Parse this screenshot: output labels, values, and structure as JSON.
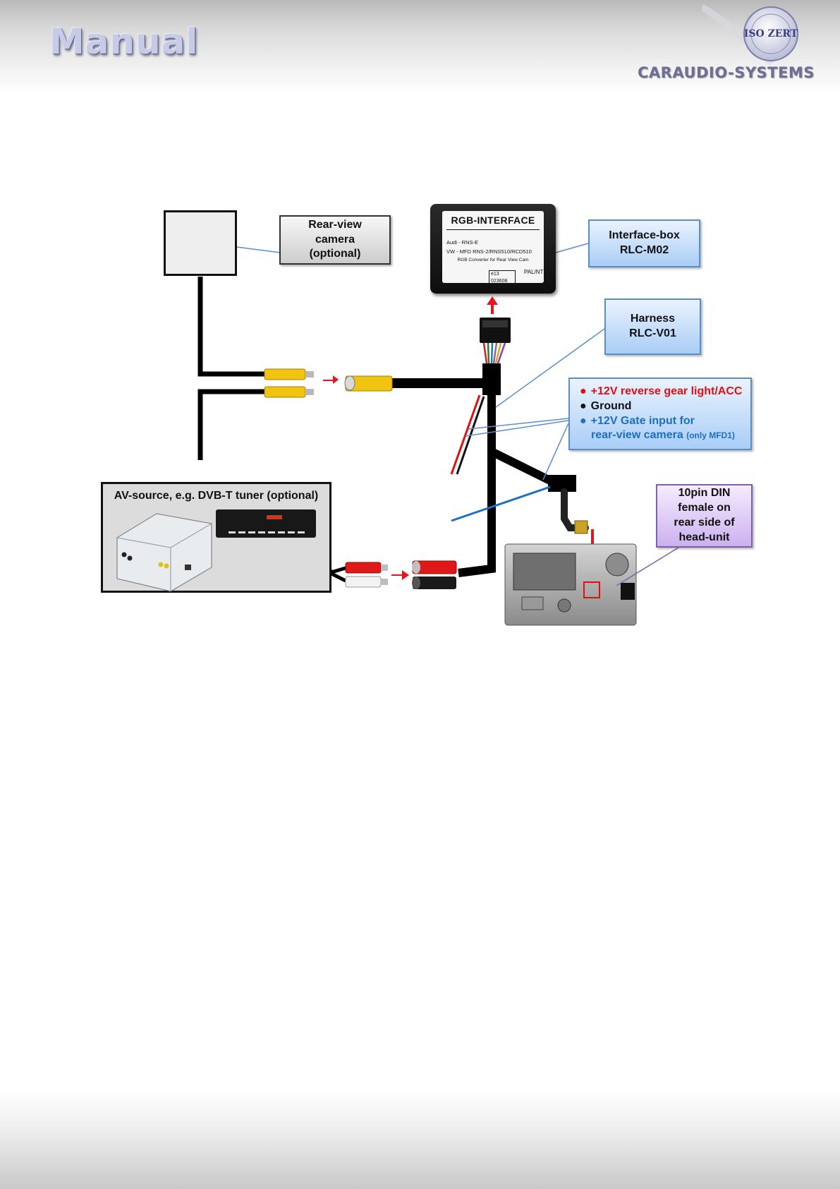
{
  "header": {
    "title": "Manual",
    "brand": "CARAUDIO-SYSTEMS",
    "seal_text": "ISO ZERT"
  },
  "labels": {
    "camera": [
      "Rear-view",
      "camera",
      "(optional)"
    ],
    "interface": [
      "Interface-box",
      "RLC-M02"
    ],
    "harness": [
      "Harness",
      "RLC-V01"
    ],
    "din": [
      "10pin DIN",
      "female on",
      "rear side of",
      "head-unit"
    ],
    "av_source": "AV-source, e.g. DVB-T tuner (optional)"
  },
  "wires": {
    "red": "+12V reverse gear light/ACC",
    "black": "Ground",
    "blue": "+12V Gate input for",
    "blue_cont": "rear-view camera",
    "blue_note": "(only MFD1)",
    "bullet": "●"
  },
  "rgb_interface": {
    "title": "RGB-INTERFACE",
    "line1": "Audi - RNS-E",
    "line2": "VW - MFD RNS-2/RNS510/RCD510",
    "line3": "RGB Converter for Rear View Cam",
    "cert1": "e13",
    "cert2": "023608",
    "standard": "PAL/NTSC"
  },
  "colors": {
    "wire_black": "#000000",
    "wire_red": "#e01010",
    "wire_blue": "#1d6fc2",
    "label_blue": "#a9cdf6",
    "label_purple": "#cbb1ee",
    "rca_yellow": "#f1c40f",
    "arrow_red": "#e8141b"
  }
}
